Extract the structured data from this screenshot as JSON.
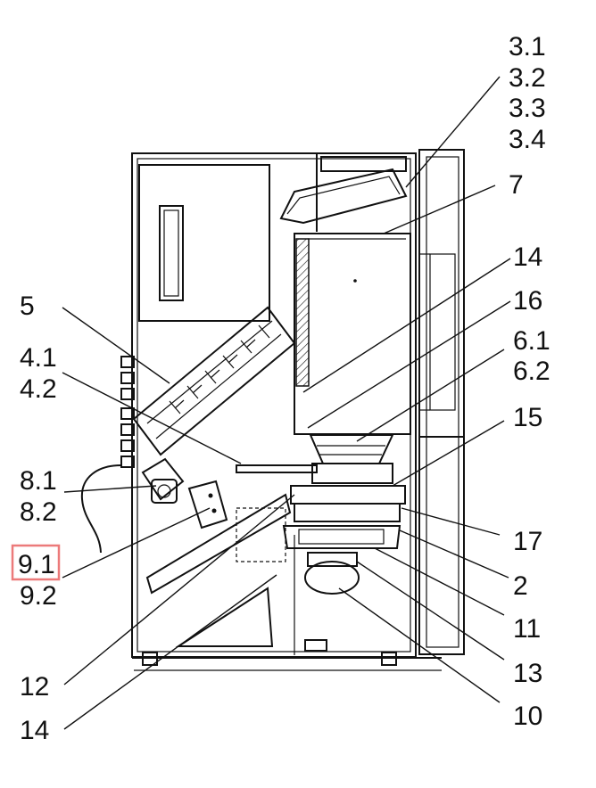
{
  "callouts": [
    {
      "id": "3.1",
      "label": "3.1"
    },
    {
      "id": "3.2",
      "label": "3.2"
    },
    {
      "id": "3.3",
      "label": "3.3"
    },
    {
      "id": "3.4",
      "label": "3.4"
    },
    {
      "id": "7",
      "label": "7"
    },
    {
      "id": "14a",
      "label": "14"
    },
    {
      "id": "16",
      "label": "16"
    },
    {
      "id": "6.1",
      "label": "6.1"
    },
    {
      "id": "6.2",
      "label": "6.2"
    },
    {
      "id": "15",
      "label": "15"
    },
    {
      "id": "17",
      "label": "17"
    },
    {
      "id": "2",
      "label": "2"
    },
    {
      "id": "11",
      "label": "11"
    },
    {
      "id": "13",
      "label": "13"
    },
    {
      "id": "10",
      "label": "10"
    },
    {
      "id": "5",
      "label": "5"
    },
    {
      "id": "4.1",
      "label": "4.1"
    },
    {
      "id": "4.2",
      "label": "4.2"
    },
    {
      "id": "8.1",
      "label": "8.1"
    },
    {
      "id": "8.2",
      "label": "8.2"
    },
    {
      "id": "9.1",
      "label": "9.1"
    },
    {
      "id": "9.2",
      "label": "9.2"
    },
    {
      "id": "12",
      "label": "12"
    },
    {
      "id": "14b",
      "label": "14"
    }
  ],
  "highlighted_callout": "9.1",
  "colors": {
    "line": "#111111",
    "highlight": "#ec7a7a",
    "background": "#ffffff"
  }
}
